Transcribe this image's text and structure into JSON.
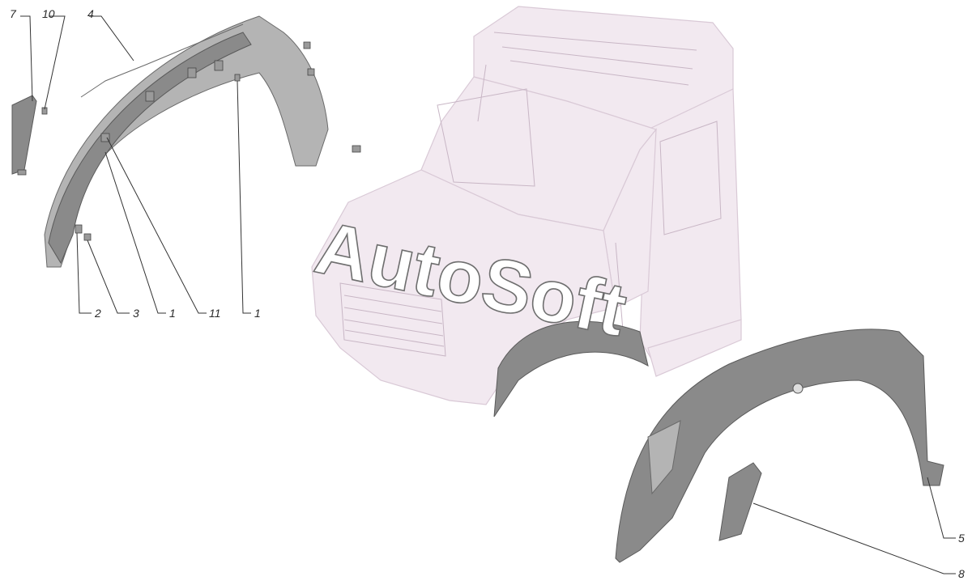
{
  "diagram": {
    "watermark": "AutoSoft",
    "callouts": [
      {
        "id": "c7",
        "label": "7"
      },
      {
        "id": "c10",
        "label": "10"
      },
      {
        "id": "c4",
        "label": "4"
      },
      {
        "id": "c2",
        "label": "2"
      },
      {
        "id": "c3",
        "label": "3"
      },
      {
        "id": "c1a",
        "label": "1"
      },
      {
        "id": "c11",
        "label": "11"
      },
      {
        "id": "c1b",
        "label": "1"
      },
      {
        "id": "c5",
        "label": "5"
      },
      {
        "id": "c8",
        "label": "8"
      }
    ]
  }
}
